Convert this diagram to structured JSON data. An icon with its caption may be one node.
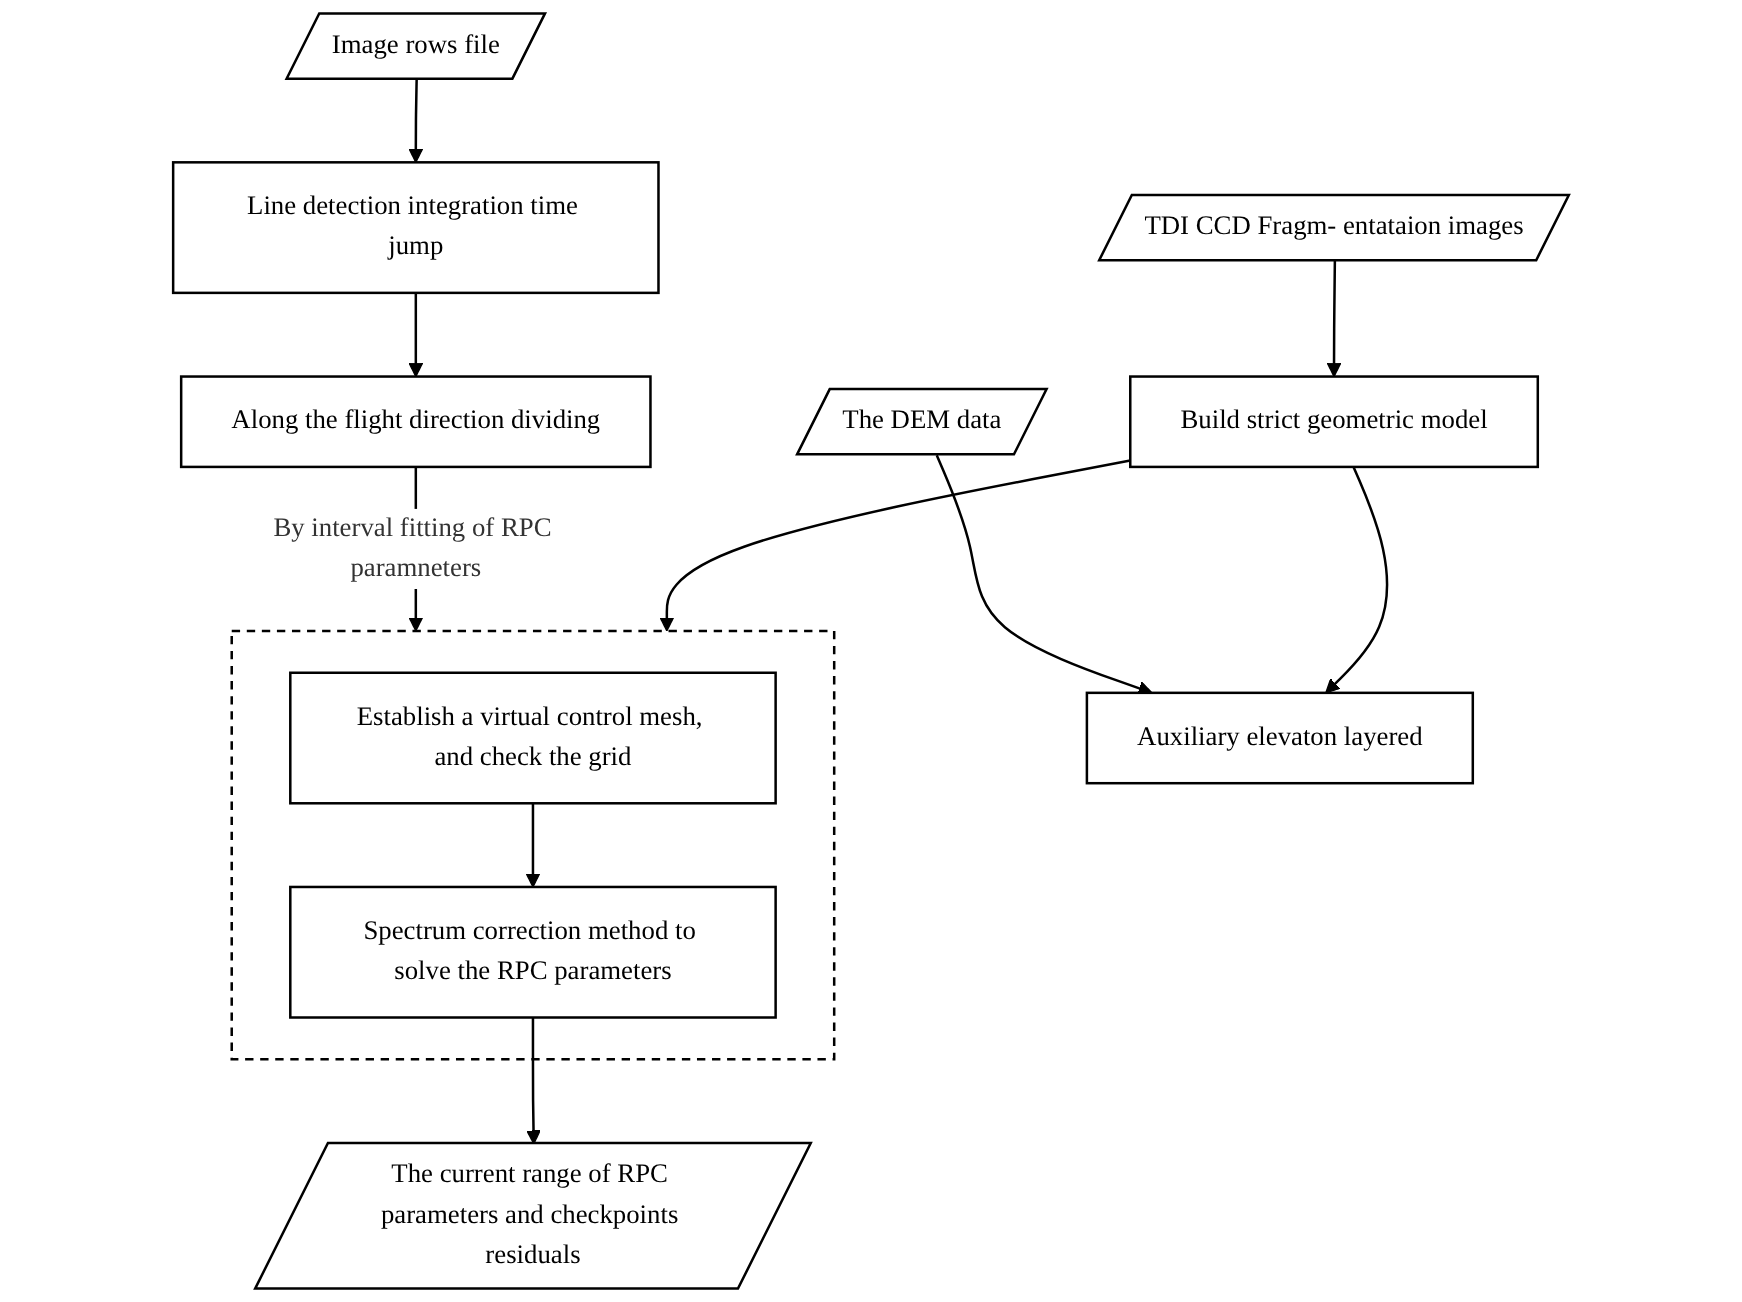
{
  "diagram": {
    "nodes": [
      {
        "text": [
          "Image rows file"
        ]
      },
      {
        "text": [
          "Line detection integration time jump"
        ]
      },
      {
        "text": [
          "Along the flight direction dividing"
        ]
      },
      {
        "text": [
          "TDI CCD Fragm- entataion images"
        ]
      },
      {
        "text": [
          "The DEM data"
        ]
      },
      {
        "text": [
          "Build strict geometric model"
        ]
      },
      {
        "text": [
          "Auxiliary elevaton layered"
        ]
      },
      {
        "text": [],
        "shape": "box"
      },
      {
        "text": [
          "Establish a virtual control mesh, and check the grid"
        ],
        "in": 7
      },
      {
        "text": [
          "Spectrum correction method to solve the RPC parameters"
        ],
        "in": 7
      },
      {
        "text": [
          "The current range of RPC parameters and checkpoints residuals"
        ]
      }
    ],
    "edges": [
      {
        "from": 0,
        "to": 1,
        "arrow": "to"
      },
      {
        "from": 1,
        "to": 2,
        "arrow": "to"
      },
      {
        "from": 2,
        "to": 7,
        "arrow": "to",
        "label": "By interval fitting of RPC paramneters"
      },
      {
        "from": 3,
        "to": 5,
        "arrow": "to"
      },
      {
        "from": 4,
        "to": 6,
        "arrow": "to"
      },
      {
        "from": 5,
        "to": 6,
        "arrow": "to"
      },
      {
        "from": 5,
        "to": 7,
        "arrow": "to"
      },
      {
        "from": 8,
        "to": 9,
        "arrow": "to"
      },
      {
        "from": 9,
        "to": 10,
        "arrow": "to"
      }
    ]
  }
}
